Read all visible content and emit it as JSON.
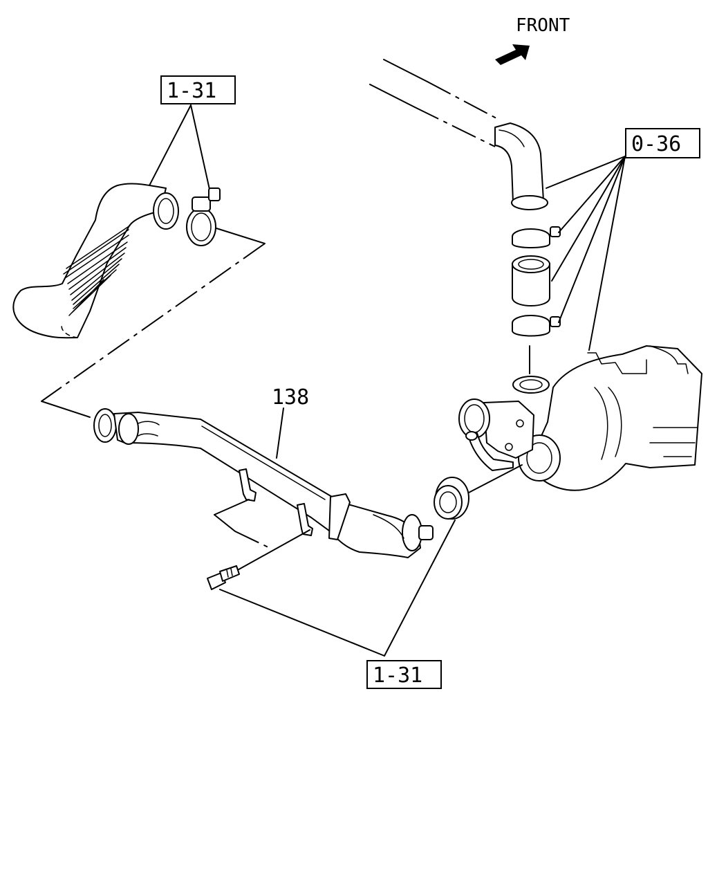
{
  "labels": {
    "front": "FRONT",
    "callout_top_left": "1-31",
    "callout_right": "0-36",
    "part_number": "138",
    "callout_bottom": "1-31"
  },
  "colors": {
    "ink": "#000000",
    "paper": "#ffffff"
  },
  "icons": {
    "front_arrow": "arrow-up-right-icon"
  }
}
